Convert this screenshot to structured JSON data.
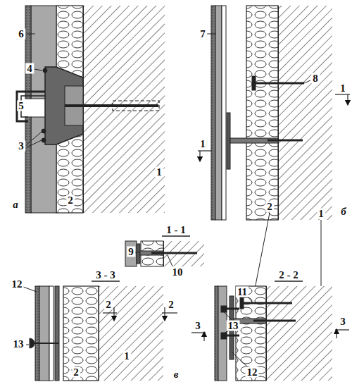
{
  "diagram": {
    "labels": [
      "6",
      "4",
      "5",
      "3",
      "1",
      "2",
      "а",
      "7",
      "8",
      "1",
      "1",
      "2",
      "1",
      "б",
      "1 - 1",
      "9",
      "10",
      "3 - 3",
      "12",
      "2",
      "2",
      "13",
      "2",
      "1",
      "в",
      "2 - 2",
      "11",
      "13",
      "12",
      "3",
      "3"
    ]
  }
}
